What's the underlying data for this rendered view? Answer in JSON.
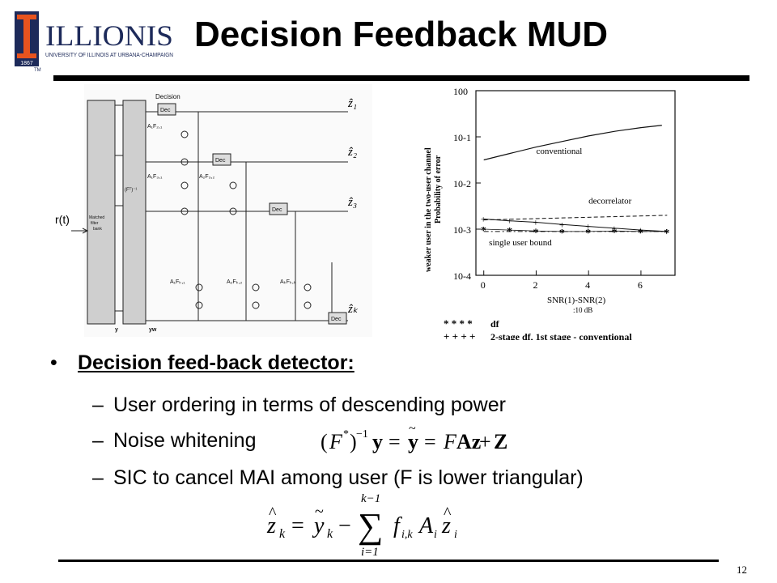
{
  "logo": {
    "name": "ILLIONIS",
    "subtitle": "UNIVERSITY OF ILLINOIS AT URBANA-CHAMPAIGN",
    "year": "1867",
    "tm": "TM",
    "accent_color": "#e8531e",
    "navy_color": "#1d2a5a"
  },
  "title": "Decision Feedback MUD",
  "page_number": "12",
  "block_diagram": {
    "input": "r(t)",
    "matched_filter": [
      "Matched",
      "filter",
      "bank"
    ],
    "inverse_block": "(Fᵀ)⁻¹",
    "decision_label": "Decision",
    "dec_label": "Dec",
    "y": "y",
    "yw": "yᵥᵥ",
    "yw_label": "yw",
    "outputs": [
      "ẑ₁",
      "ẑ₂",
      "ẑ₃",
      "ẑₖ"
    ],
    "coeffs": [
      "A₁F₂,₁",
      "A₁F₃,₁",
      "A₂F₃,₂",
      "A₁Fₖ,₁",
      "A₂Fₖ,₂",
      "AₖFₖ,ₖ"
    ]
  },
  "chart_data": {
    "type": "line",
    "ylabel": "weaker user in the two-user channel\nProbability of error",
    "xlabel": "SNR(1)-SNR(2)",
    "xlabel_note": ":10 dB",
    "x_ticks": [
      "0",
      "2",
      "4",
      "6"
    ],
    "y_ticks": [
      "100",
      "10-1",
      "10-2",
      "10-3",
      "10-4"
    ],
    "xlim": [
      -0.3,
      7.3
    ],
    "ylim_log10": [
      -4,
      0
    ],
    "series": [
      {
        "name": "conventional",
        "x": [
          0,
          1,
          2,
          3,
          4,
          5,
          6,
          6.8
        ],
        "y_log10": [
          -1.5,
          -1.36,
          -1.22,
          -1.1,
          -0.98,
          -0.88,
          -0.8,
          -0.75
        ]
      },
      {
        "name": "decorrelator",
        "x": [
          0,
          7
        ],
        "y_log10": [
          -2.8,
          -2.7
        ]
      },
      {
        "name": "single user bound",
        "x": [
          0,
          7
        ],
        "y_log10": [
          -3.05,
          -3.05
        ]
      },
      {
        "name": "df",
        "x": [
          0,
          1,
          2,
          3,
          4,
          5,
          6,
          7
        ],
        "y_log10": [
          -3.0,
          -3.02,
          -3.04,
          -3.05,
          -3.05,
          -3.04,
          -3.05,
          -3.05
        ]
      },
      {
        "name": "2-stage df, 1st stage - conventional",
        "x": [
          0,
          1,
          2,
          3,
          4,
          5,
          6,
          7
        ],
        "y_log10": [
          -2.78,
          -2.82,
          -2.85,
          -2.9,
          -2.94,
          -2.98,
          -3.02,
          -3.05
        ]
      }
    ],
    "curve_labels": [
      "conventional",
      "decorrelator",
      "single user bound"
    ],
    "legend": [
      {
        "marker": "* * * *",
        "label": "df"
      },
      {
        "marker": "+ + + +",
        "label": "2-stage df, 1st stage - conventional"
      }
    ]
  },
  "bullets": {
    "bullet_char": "•",
    "dash_char": "–",
    "heading": "Decision feed-back detector:",
    "items": [
      "User ordering in terms of descending power",
      "Noise whitening",
      "SIC to cancel MAI among user (F is lower triangular)"
    ]
  },
  "equations": {
    "whitening": {
      "lhs": "(F*)⁻¹y = ỹ = FAz + Z",
      "f": "F",
      "star": "*",
      "minus_one": "−1",
      "y": "y",
      "ytilde": "y",
      "az": "Az",
      "plus": "+",
      "zz": "Z",
      "eq": "="
    },
    "sic": {
      "zk": "z",
      "sub_k": "k",
      "ytilde": "y",
      "minus": "−",
      "sum": "∑",
      "upper": "k−1",
      "lower": "i=1",
      "f": "f",
      "sub_ik": "i,k",
      "a": "A",
      "sub_i": "i",
      "eq": "="
    }
  }
}
